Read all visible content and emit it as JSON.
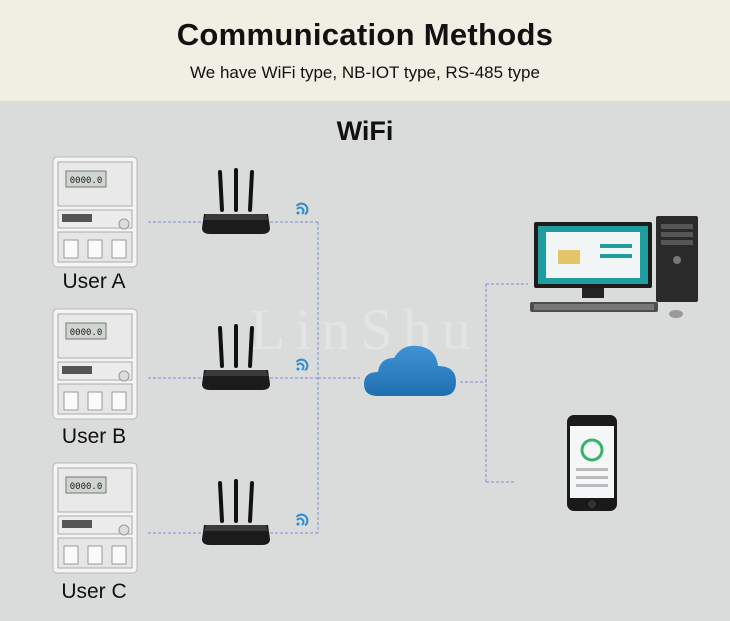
{
  "header": {
    "title": "Communication Methods",
    "subtitle": "We have WiFi type, NB-IOT type, RS-485 type"
  },
  "section": {
    "title": "WiFi"
  },
  "watermark": "LinShu",
  "users": [
    {
      "label": "User A"
    },
    {
      "label": "User B"
    },
    {
      "label": "User C"
    }
  ],
  "meter": {
    "display": "0000.0"
  },
  "colors": {
    "line": "#7b8fd4",
    "cloud": "#2a7dc0",
    "header_bg": "#f1efe4",
    "main_bg": "#d9dcda"
  }
}
